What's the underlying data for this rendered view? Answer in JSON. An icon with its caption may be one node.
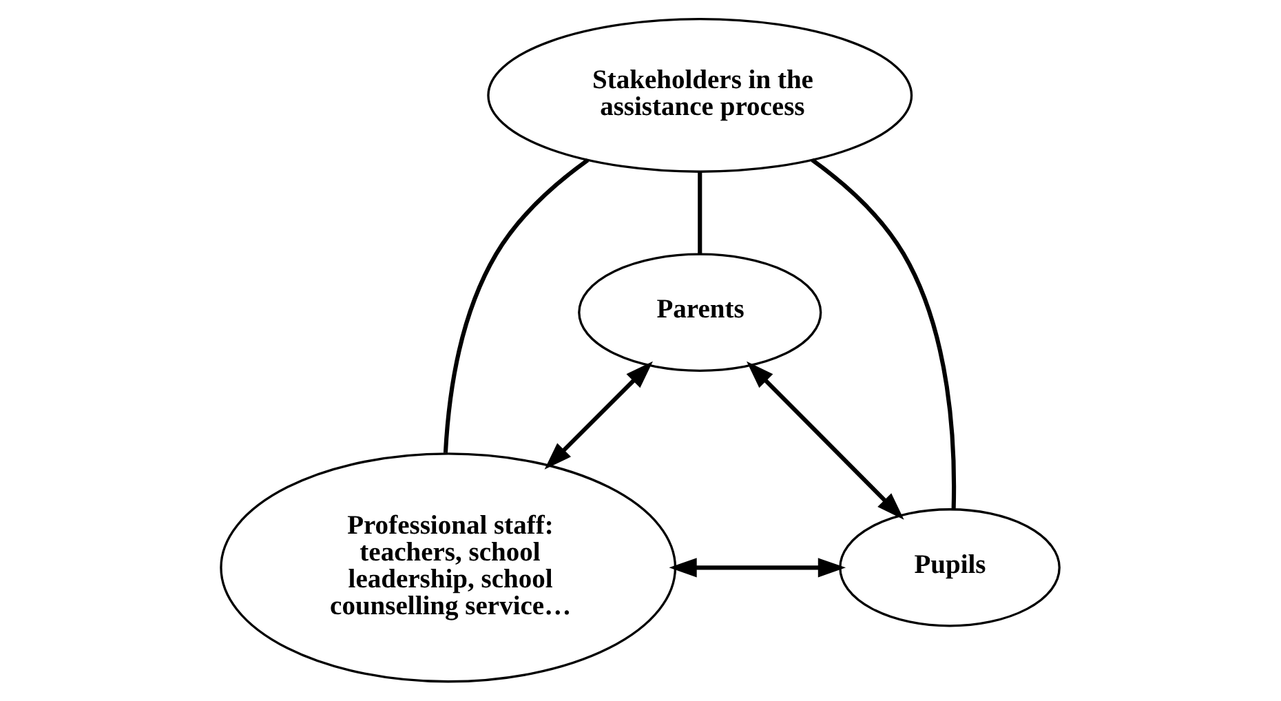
{
  "diagram": {
    "nodes": [
      {
        "text": [
          "Parents"
        ]
      },
      {
        "text": [
          "Stakeholders in the assistance process"
        ]
      },
      {
        "text": [
          "Professional staff: teachers, school leadership, school counselling service…"
        ]
      },
      {
        "text": [
          "Pupils"
        ]
      }
    ],
    "edges": [
      {
        "from": 0,
        "to": 2,
        "arrow": "both"
      },
      {
        "from": 0,
        "to": 3,
        "arrow": "both"
      },
      {
        "from": 2,
        "to": 3,
        "arrow": "both"
      },
      {
        "from": 1,
        "to": 0,
        "arrow": "none"
      },
      {
        "from": 1,
        "to": 2,
        "arrow": "none"
      },
      {
        "from": 1,
        "to": 3,
        "arrow": "none"
      }
    ]
  }
}
